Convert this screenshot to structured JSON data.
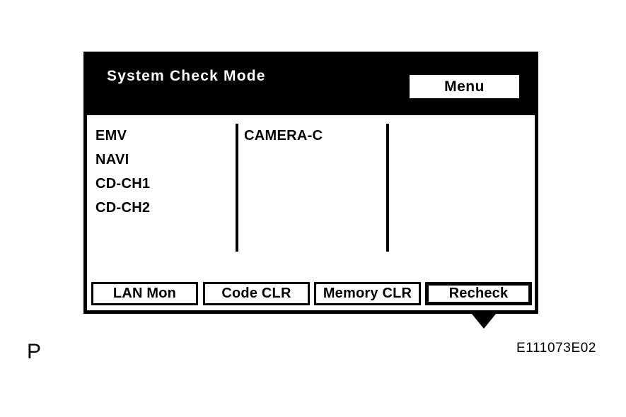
{
  "screen": {
    "header": {
      "title": "System Check Mode",
      "menu_button_label": "Menu"
    },
    "columns": [
      {
        "items": [
          "EMV",
          "NAVI",
          "CD-CH1",
          "CD-CH2"
        ]
      },
      {
        "items": [
          "CAMERA-C"
        ]
      },
      {
        "items": []
      }
    ],
    "cursor": {
      "icon": "down-arrow-icon",
      "points_to": "Recheck"
    },
    "buttons": [
      {
        "label": "LAN Mon",
        "selected": false
      },
      {
        "label": "Code CLR",
        "selected": false
      },
      {
        "label": "Memory CLR",
        "selected": false
      },
      {
        "label": "Recheck",
        "selected": true
      }
    ]
  },
  "page": {
    "left_caption": "P",
    "figure_code": "E111073E02"
  },
  "colors": {
    "header_background": "#000000",
    "header_text": "#ffffff",
    "body_background": "#ffffff",
    "body_text": "#000000",
    "border": "#000000"
  }
}
